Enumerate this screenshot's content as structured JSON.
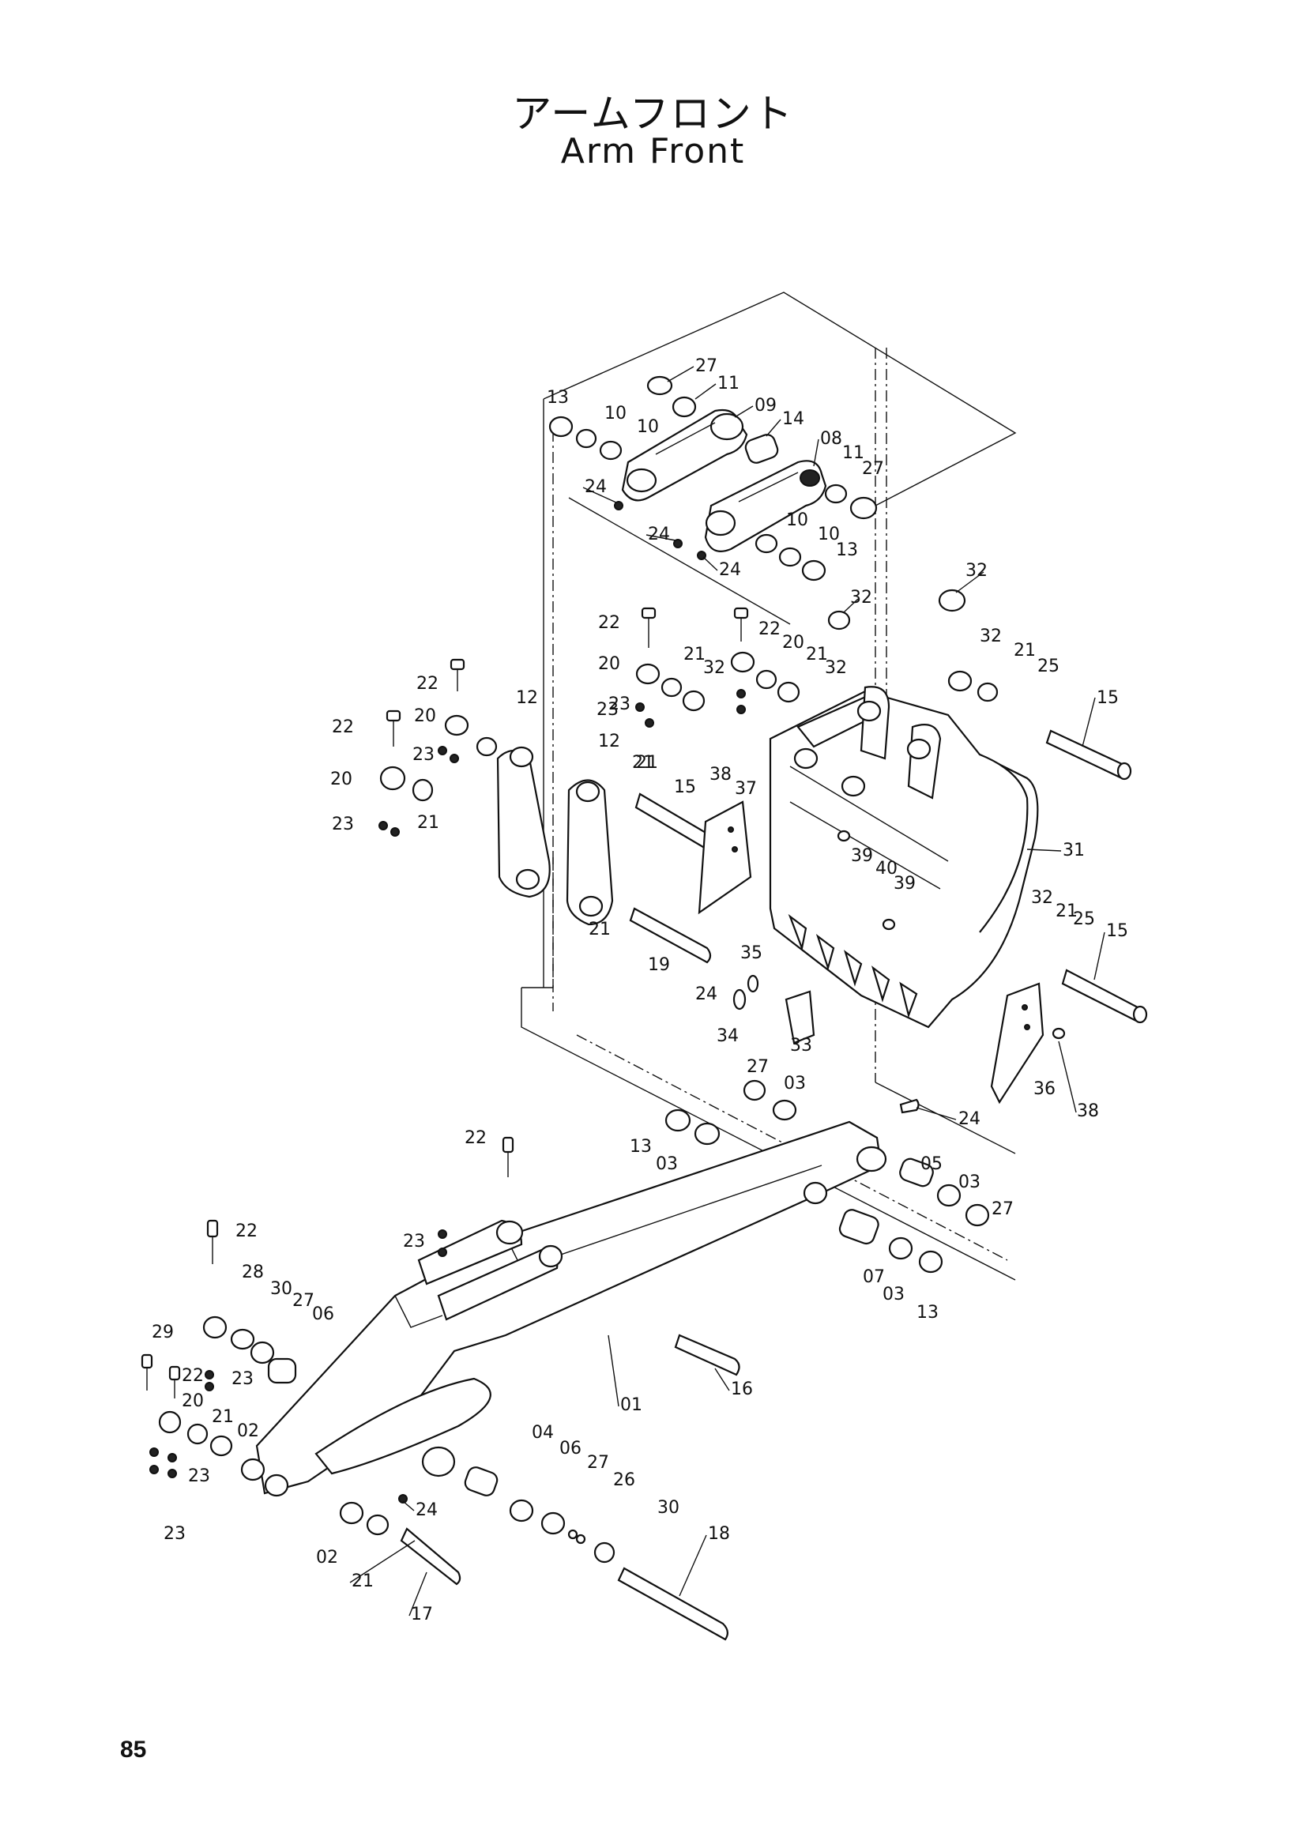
{
  "title": {
    "japanese": "アームフロント",
    "english": "Arm Front"
  },
  "page_number": "85",
  "callouts": [
    "27",
    "11",
    "13",
    "10",
    "10",
    "09",
    "14",
    "08",
    "11",
    "27",
    "24",
    "24",
    "24",
    "10",
    "10",
    "13",
    "32",
    "22",
    "22",
    "20",
    "21",
    "20",
    "21",
    "32",
    "32",
    "32",
    "32",
    "21",
    "25",
    "15",
    "22",
    "20",
    "21",
    "12",
    "22",
    "23",
    "23",
    "23",
    "20",
    "21",
    "12",
    "21",
    "15",
    "38",
    "37",
    "21",
    "23",
    "19",
    "24",
    "35",
    "39",
    "40",
    "39",
    "31",
    "32",
    "21",
    "25",
    "15",
    "34",
    "33",
    "27",
    "03",
    "36",
    "38",
    "24",
    "22",
    "13",
    "03",
    "23",
    "05",
    "03",
    "27",
    "22",
    "28",
    "30",
    "27",
    "06",
    "07",
    "03",
    "13",
    "29",
    "22",
    "23",
    "16",
    "01",
    "20",
    "21",
    "02",
    "23",
    "04",
    "06",
    "27",
    "26",
    "30",
    "18",
    "24",
    "23",
    "02",
    "21",
    "17"
  ],
  "colors": {
    "ink": "#111111",
    "paper": "#ffffff"
  }
}
